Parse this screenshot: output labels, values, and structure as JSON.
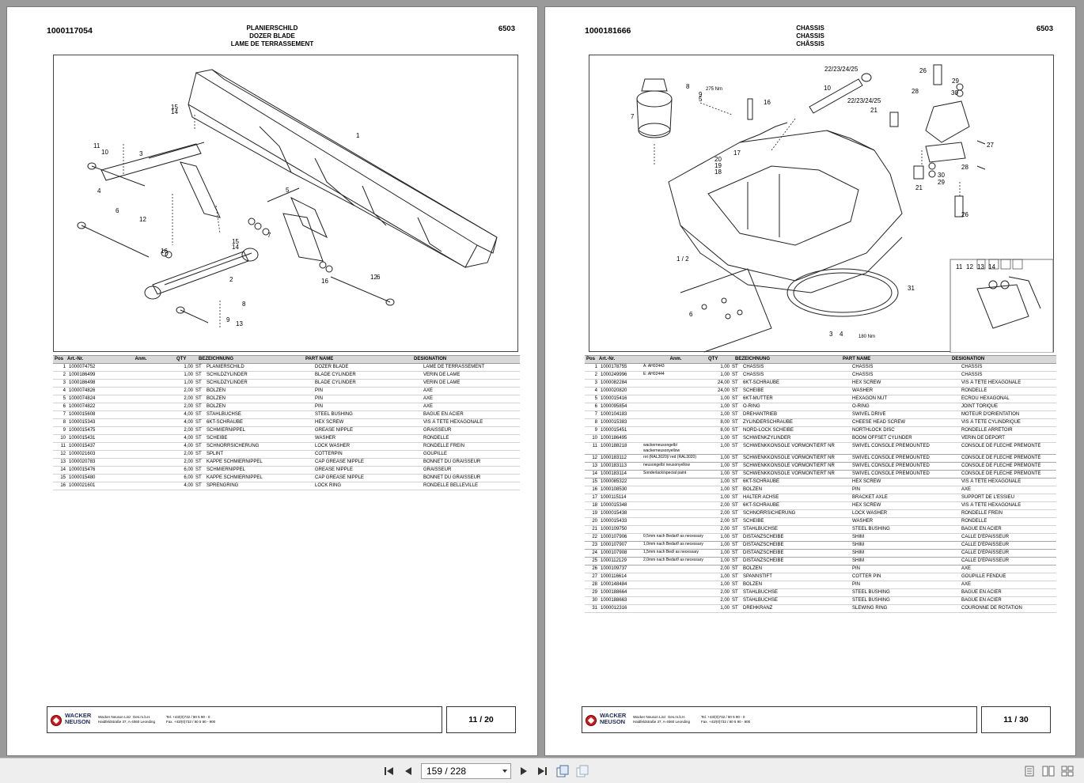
{
  "viewer": {
    "page_indicator": "159 / 228",
    "icons": [
      "first-page-icon",
      "prev-page-icon",
      "next-page-icon",
      "last-page-icon",
      "page-export-icon",
      "page-copy-icon",
      "single-page-view-icon",
      "two-page-view-icon",
      "continuous-view-icon"
    ]
  },
  "pages": [
    {
      "number": "1000117054",
      "code": "6503",
      "title_lines": [
        "PLANIERSCHILD",
        "DOZER BLADE",
        "LAME DE TERRASSEMENT"
      ],
      "headers": [
        "Pos",
        "Art.-Nr.",
        "Anm.",
        "QTY",
        "BEZEICHNUNG",
        "PART NAME",
        "DESIGNATION"
      ],
      "rows": [
        [
          "1",
          "1000074752",
          "",
          "1,00",
          "ST",
          "PLANIERSCHILD",
          "DOZER BLADE",
          "LAME DE TERRASSEMENT"
        ],
        [
          "2",
          "1000186499",
          "",
          "1,00",
          "ST",
          "SCHILDZYLINDER",
          "BLADE CYLINDER",
          "VÉRIN DE LAME"
        ],
        [
          "3",
          "1000186498",
          "",
          "1,00",
          "ST",
          "SCHILDZYLINDER",
          "BLADE CYLINDER",
          "VÉRIN DE LAME"
        ],
        [
          "4",
          "1000074826",
          "",
          "2,00",
          "ST",
          "BOLZEN",
          "PIN",
          "AXE"
        ],
        [
          "5",
          "1000074824",
          "",
          "2,00",
          "ST",
          "BOLZEN",
          "PIN",
          "AXE"
        ],
        [
          "6",
          "1000074822",
          "",
          "2,00",
          "ST",
          "BOLZEN",
          "PIN",
          "AXE"
        ],
        [
          "7",
          "1000015608",
          "",
          "4,00",
          "ST",
          "STAHLBUCHSE",
          "STEEL BUSHING",
          "BAGUE EN ACIER"
        ],
        [
          "8",
          "1000015343",
          "",
          "4,00",
          "ST",
          "6KT-SCHRAUBE",
          "HEX SCREW",
          "VIS À TÊTE HEXAGONALE"
        ],
        [
          "9",
          "1000015475",
          "",
          "2,00",
          "ST",
          "SCHMIERNIPPEL",
          "GREASE NIPPLE",
          "GRAISSEUR"
        ],
        [
          "10",
          "1000015431",
          "",
          "4,00",
          "ST",
          "SCHEIBE",
          "WASHER",
          "RONDELLE"
        ],
        [
          "11",
          "1000015437",
          "",
          "4,00",
          "ST",
          "SCHNORRSICHERUNG",
          "LOCK WASHER",
          "RONDELLE FREIN"
        ],
        [
          "12",
          "1000021603",
          "",
          "2,00",
          "ST",
          "SPLINT",
          "COTTERPIN",
          "GOUPILLE"
        ],
        [
          "13",
          "1000020783",
          "",
          "2,00",
          "ST",
          "KAPPE SCHMIERNIPPEL",
          "CAP GREASE NIPPLE",
          "BONNET DU GRAISSEUR"
        ],
        [
          "14",
          "1000015476",
          "",
          "6,00",
          "ST",
          "SCHMIERNIPPEL",
          "GREASE NIPPLE",
          "GRAISSEUR"
        ],
        [
          "15",
          "1000015480",
          "",
          "6,00",
          "ST",
          "KAPPE SCHMIERNIPPEL",
          "CAP GREASE NIPPLE",
          "BONNET DU GRAISSEUR"
        ],
        [
          "16",
          "1000021601",
          "",
          "4,00",
          "ST",
          "SPRENGRING",
          "LOCK RING",
          "RONDELLE BELLEVILLE"
        ]
      ],
      "footer": {
        "brand": [
          "WACKER",
          "NEUSON"
        ],
        "address": [
          "Wacker Neuson Linz  Ges.m.b.H.",
          "Haidfeldstraße 37, A-4060 Leonding"
        ],
        "phone": [
          "Tel. +43/(0)732 / 90 5 90 - 0",
          "Fax. +43/(0)732 / 90 5 90 - 900"
        ],
        "page": "11 / 20"
      },
      "diagram_labels": [
        "1",
        "2",
        "3",
        "4",
        "5",
        "6",
        "7",
        "8",
        "9",
        "10",
        "11",
        "12",
        "13",
        "14",
        "15",
        "16"
      ]
    },
    {
      "number": "1000181666",
      "code": "6503",
      "title_lines": [
        "CHASSIS",
        "CHASSIS",
        "CHÂSSIS"
      ],
      "headers": [
        "Pos",
        "Art.-Nr.",
        "Anm.",
        "QTY",
        "BEZEICHNUNG",
        "PART NAME",
        "DESIGNATION"
      ],
      "rows": [
        [
          "1",
          "1000178755",
          "A: AH02443",
          "1,00",
          "ST",
          "CHASSIS",
          "CHASSIS",
          "CHÂSSIS"
        ],
        [
          "2",
          "1000249996",
          "E: AH02444",
          "1,00",
          "ST",
          "CHASSIS",
          "CHASSIS",
          "CHÂSSIS"
        ],
        [
          "3",
          "1000082284",
          "",
          "24,00",
          "ST",
          "6KT-SCHRAUBE",
          "HEX SCREW",
          "VIS À TÊTE HEXAGONALE"
        ],
        [
          "4",
          "1000020820",
          "",
          "24,00",
          "ST",
          "SCHEIBE",
          "WASHER",
          "RONDELLE"
        ],
        [
          "5",
          "1000015416",
          "",
          "1,00",
          "ST",
          "6KT-MUTTER",
          "HEXAGON NUT",
          "ÉCROU HEXAGONAL"
        ],
        [
          "6",
          "1000095854",
          "",
          "1,00",
          "ST",
          "O-RING",
          "O-RING",
          "JOINT TORIQUE"
        ],
        [
          "7",
          "1000104183",
          "",
          "1,00",
          "ST",
          "DREHANTRIEB",
          "SWIVEL DRIVE",
          "MOTEUR D'ORIENTATION"
        ],
        [
          "8",
          "1000015383",
          "",
          "8,00",
          "ST",
          "ZYLINDERSCHRAUBE",
          "CHEESE HEAD SCREW",
          "VIS À TÊTE CYLINDRIQUE"
        ],
        [
          "9",
          "1000015451",
          "",
          "8,00",
          "ST",
          "NORD-LOCK SCHEIBE",
          "NORTHLOCK DISC",
          "RONDELLE ARRÊTOIR"
        ],
        [
          "10",
          "1000186495",
          "",
          "1,00",
          "ST",
          "SCHWENKZYLINDER",
          "BOOM OFFSET CYLINDER",
          "VÉRIN DE DÉPORT"
        ],
        [
          "11",
          "1000188218",
          "wackerneusongelb/ wackerneusonyellow",
          "1,00",
          "ST",
          "SCHWENKKONSOLE VORMONTIERT NR",
          "SWIVEL CONSOLE PREMOUNTED",
          "CONSOLE DE FLECHE PRÉMONTÉ"
        ],
        [
          "12",
          "1000183112",
          "rot (RAL3020)/ red (RAL3020)",
          "1,00",
          "ST",
          "SCHWENKKONSOLE VORMONTIERT NR",
          "SWIVEL CONSOLE PREMOUNTED",
          "CONSOLE DE FLECHE PRÉMONTÉ"
        ],
        [
          "13",
          "1000183113",
          "neusongelb/ neusonyellow",
          "1,00",
          "ST",
          "SCHWENKKONSOLE VORMONTIERT NR",
          "SWIVEL CONSOLE PREMOUNTED",
          "CONSOLE DE FLECHE PRÉMONTÉ"
        ],
        [
          "14",
          "1000183114",
          "Sonderlack/special paint",
          "1,00",
          "ST",
          "SCHWENKKONSOLE VORMONTIERT NR",
          "SWIVEL CONSOLE PREMOUNTED",
          "CONSOLE DE FLECHE PRÉMONTÉ"
        ],
        [
          "15",
          "1000085322",
          "",
          "1,00",
          "ST",
          "6KT-SCHRAUBE",
          "HEX SCREW",
          "VIS À TÊTE HEXAGONALE"
        ],
        [
          "16",
          "1000108530",
          "",
          "1,00",
          "ST",
          "BOLZEN",
          "PIN",
          "AXE"
        ],
        [
          "17",
          "1000115114",
          "",
          "1,00",
          "ST",
          "HALTER ACHSE",
          "BRACKET AXLE",
          "SUPPORT DE L'ESSIEU"
        ],
        [
          "18",
          "1000015348",
          "",
          "2,00",
          "ST",
          "6KT-SCHRAUBE",
          "HEX SCREW",
          "VIS À TÊTE HEXAGONALE"
        ],
        [
          "19",
          "1000015438",
          "",
          "2,00",
          "ST",
          "SCHNORRSICHERUNG",
          "LOCK WASHER",
          "RONDELLE FREIN"
        ],
        [
          "20",
          "1000015433",
          "",
          "2,00",
          "ST",
          "SCHEIBE",
          "WASHER",
          "RONDELLE"
        ],
        [
          "21",
          "1000109750",
          "",
          "2,00",
          "ST",
          "STAHLBUCHSE",
          "STEEL BUSHING",
          "BAGUE EN ACIER"
        ],
        [
          "22",
          "1000107906",
          "0,5mm nach Bedarf/ as necessary",
          "1,00",
          "ST",
          "DISTANZSCHEIBE",
          "SHIM",
          "CALLE D'ÉPAISSEUR"
        ],
        [
          "23",
          "1000107907",
          "1,0mm nach Bedarf/ as necessary",
          "1,00",
          "ST",
          "DISTANZSCHEIBE",
          "SHIM",
          "CALLE D'ÉPAISSEUR"
        ],
        [
          "24",
          "1000107908",
          "1,5mm nach Bed/ as necessary",
          "1,00",
          "ST",
          "DISTANZSCHEIBE",
          "SHIM",
          "CALLE D'ÉPAISSEUR"
        ],
        [
          "25",
          "1000112129",
          "2,0mm nach Bedarf/ as necessary",
          "1,00",
          "ST",
          "DISTANZSCHEIBE",
          "SHIM",
          "CALLE D'ÉPAISSEUR"
        ],
        [
          "26",
          "1000109737",
          "",
          "2,00",
          "ST",
          "BOLZEN",
          "PIN",
          "AXE"
        ],
        [
          "27",
          "1000116614",
          "",
          "1,00",
          "ST",
          "SPANNSTIFT",
          "COTTER PIN",
          "GOUPILLE FENDUE"
        ],
        [
          "28",
          "1000148484",
          "",
          "1,00",
          "ST",
          "BOLZEN",
          "PIN",
          "AXE"
        ],
        [
          "29",
          "1000188664",
          "",
          "2,00",
          "ST",
          "STAHLBUCHSE",
          "STEEL BUSHING",
          "BAGUE EN ACIER"
        ],
        [
          "30",
          "1000188663",
          "",
          "2,00",
          "ST",
          "STAHLBUCHSE",
          "STEEL BUSHING",
          "BAGUE EN ACIER"
        ],
        [
          "31",
          "1000012316",
          "",
          "1,00",
          "ST",
          "DREHKRANZ",
          "SLEWING RING",
          "COURONNE DE ROTATION"
        ]
      ],
      "footer": {
        "brand": [
          "WACKER",
          "NEUSON"
        ],
        "address": [
          "Wacker Neuson Linz  Ges.m.b.H.",
          "Haidfeldstraße 37, A-4060 Leonding"
        ],
        "phone": [
          "Tel. +43/(0)732 / 90 5 90 - 0",
          "Fax. +43/(0)732 / 90 5 90 - 900"
        ],
        "page": "11 / 30"
      },
      "diagram_labels": [
        "1 / 2",
        "3",
        "4",
        "5",
        "6",
        "7",
        "8",
        "9",
        "10",
        "16",
        "17",
        "18",
        "19",
        "20",
        "21",
        "22/23/24/25",
        "26",
        "27",
        "28",
        "29",
        "30",
        "31",
        "11",
        "12",
        "13",
        "14"
      ],
      "torques": [
        "275 Nm",
        "180 Nm"
      ]
    }
  ]
}
